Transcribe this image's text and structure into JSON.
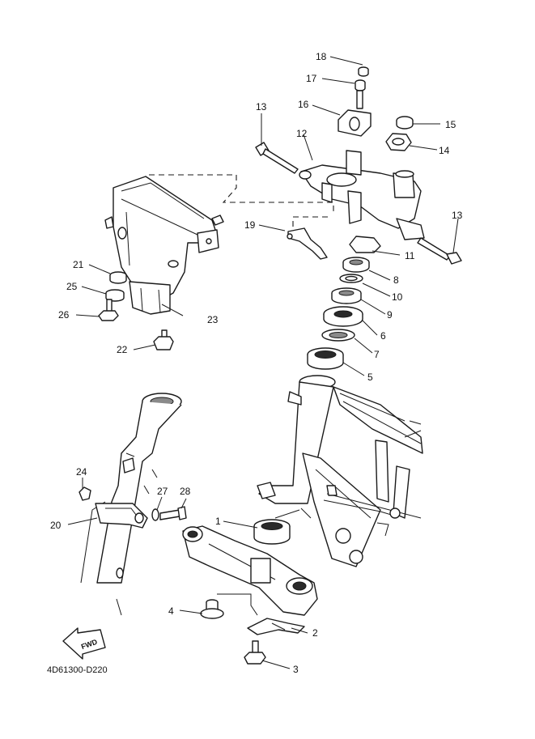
{
  "diagram_code": "4D61300-D220",
  "fwd_label": "FWD",
  "callouts": {
    "c1": "1",
    "c2": "2",
    "c3": "3",
    "c4": "4",
    "c5": "5",
    "c6": "6",
    "c7": "7",
    "c8": "8",
    "c9": "9",
    "c10": "10",
    "c11": "11",
    "c12": "12",
    "c13a": "13",
    "c13b": "13",
    "c14": "14",
    "c15": "15",
    "c16": "16",
    "c17": "17",
    "c18": "18",
    "c19": "19",
    "c20": "20",
    "c21": "21",
    "c22": "22",
    "c23": "23",
    "c24": "24",
    "c25": "25",
    "c26": "26",
    "c27": "27",
    "c28": "28"
  }
}
